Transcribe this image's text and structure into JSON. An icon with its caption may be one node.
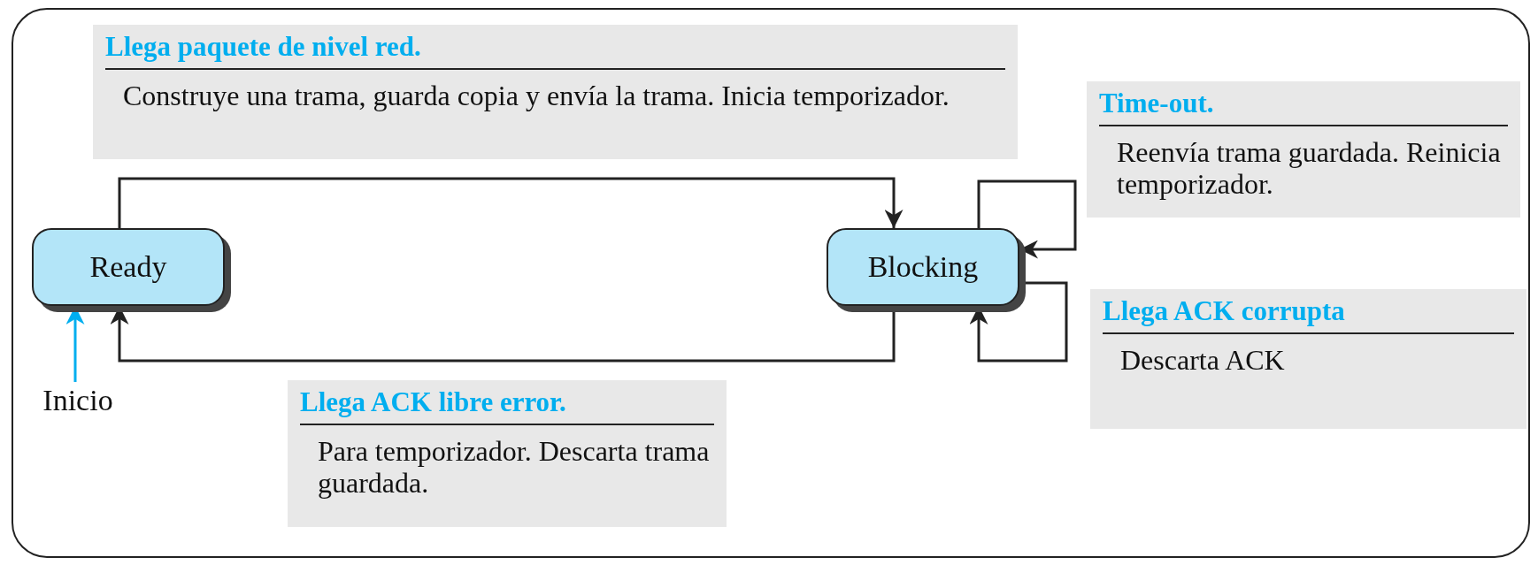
{
  "diagram": {
    "nodes": [
      {
        "text": [
          "Ready"
        ]
      },
      {
        "text": [
          "Blocking"
        ]
      },
      {
        "text": [
          "Inicio"
        ]
      }
    ],
    "edges": [
      {
        "from": 0,
        "to": 1,
        "arrow": "to",
        "label": "**Llega paquete de nivel red.** Construye una trama, guarda copia y envía la trama. Inicia temporizador."
      },
      {
        "from": 1,
        "to": 1,
        "arrow": "to",
        "label": "**Time-out.** Reenvía trama guardada. Reinicia temporizador."
      },
      {
        "from": 1,
        "to": 1,
        "arrow": "to",
        "label": "**Llega ACK corrupta** Descarta ACK"
      },
      {
        "from": 1,
        "to": 0,
        "arrow": "to",
        "label": "**Llega ACK libre error.** Para temporizador. Descarta trama guardada."
      },
      {
        "from": 2,
        "to": 0,
        "arrow": "to",
        "color": "#00aeef"
      }
    ]
  }
}
